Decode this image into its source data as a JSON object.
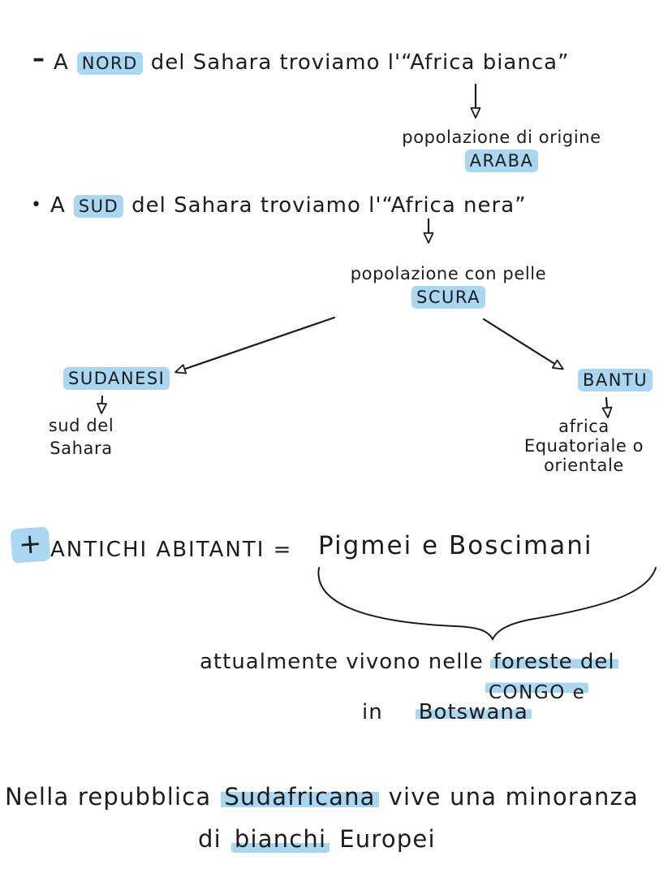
{
  "colors": {
    "highlight": "#a9d6f0",
    "ink": "#1c1c1c",
    "background": "#ffffff"
  },
  "north": {
    "bullet": "–",
    "pre": "A",
    "hl": "NORD",
    "post": "del Sahara troviamo l'“Africa bianca”",
    "result_line": "popolazione di origine",
    "result_hl": "ARABA"
  },
  "south": {
    "bullet": "•",
    "pre": "A",
    "hl": "SUD",
    "post": "del Sahara troviamo l'“Africa nera”",
    "result_line": "popolazione con pelle",
    "result_hl": "SCURA"
  },
  "branch_left": {
    "name": "SUDANESI",
    "detail1": "sud del",
    "detail2": "Sahara"
  },
  "branch_right": {
    "name": "BANTU",
    "detail1": "africa",
    "detail2": "Equatoriale o",
    "detail3": "orientale"
  },
  "ancient": {
    "plus": "+",
    "label": "ANTICHI ABITANTI =",
    "value": "Pigmei e Boscimani",
    "note_pre": "attualmente vivono nelle",
    "note_hl1": "foreste del",
    "note_hl2": "CONGO e",
    "note_pre2": "in",
    "note_hl3": "Botswana"
  },
  "footer": {
    "line1_pre": "Nella repubblica",
    "line1_hl": "Sudafricana",
    "line1_post": "vive una minoranza",
    "line2_pre": "di",
    "line2_hl": "bianchi",
    "line2_post": "Europei"
  }
}
